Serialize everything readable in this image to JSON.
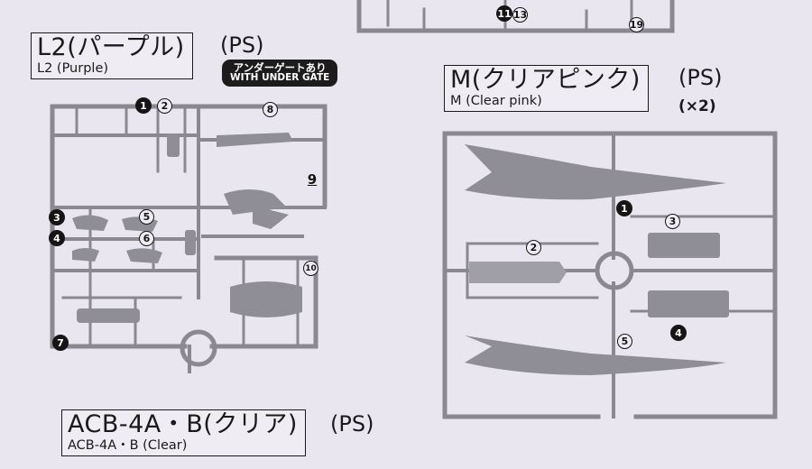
{
  "l2": {
    "title": "L2(パープル)",
    "subtitle": "L2 (Purple)",
    "material": "(PS)",
    "badge_line1": "アンダーゲートあり",
    "badge_line2": "WITH UNDER GATE",
    "parts": [
      "1",
      "2",
      "8",
      "9",
      "3",
      "5",
      "4",
      "6",
      "10",
      "7"
    ]
  },
  "m": {
    "title": "M(クリアピンク)",
    "subtitle": "M (Clear pink)",
    "material": "(PS)",
    "count": "(×2)",
    "parts": [
      "1",
      "3",
      "2",
      "4",
      "5"
    ]
  },
  "acb": {
    "title": "ACB-4A・B(クリア)",
    "subtitle": "ACB-4A・B (Clear)",
    "material": "(PS)"
  },
  "top": {
    "parts": [
      "11",
      "13",
      "19"
    ]
  }
}
